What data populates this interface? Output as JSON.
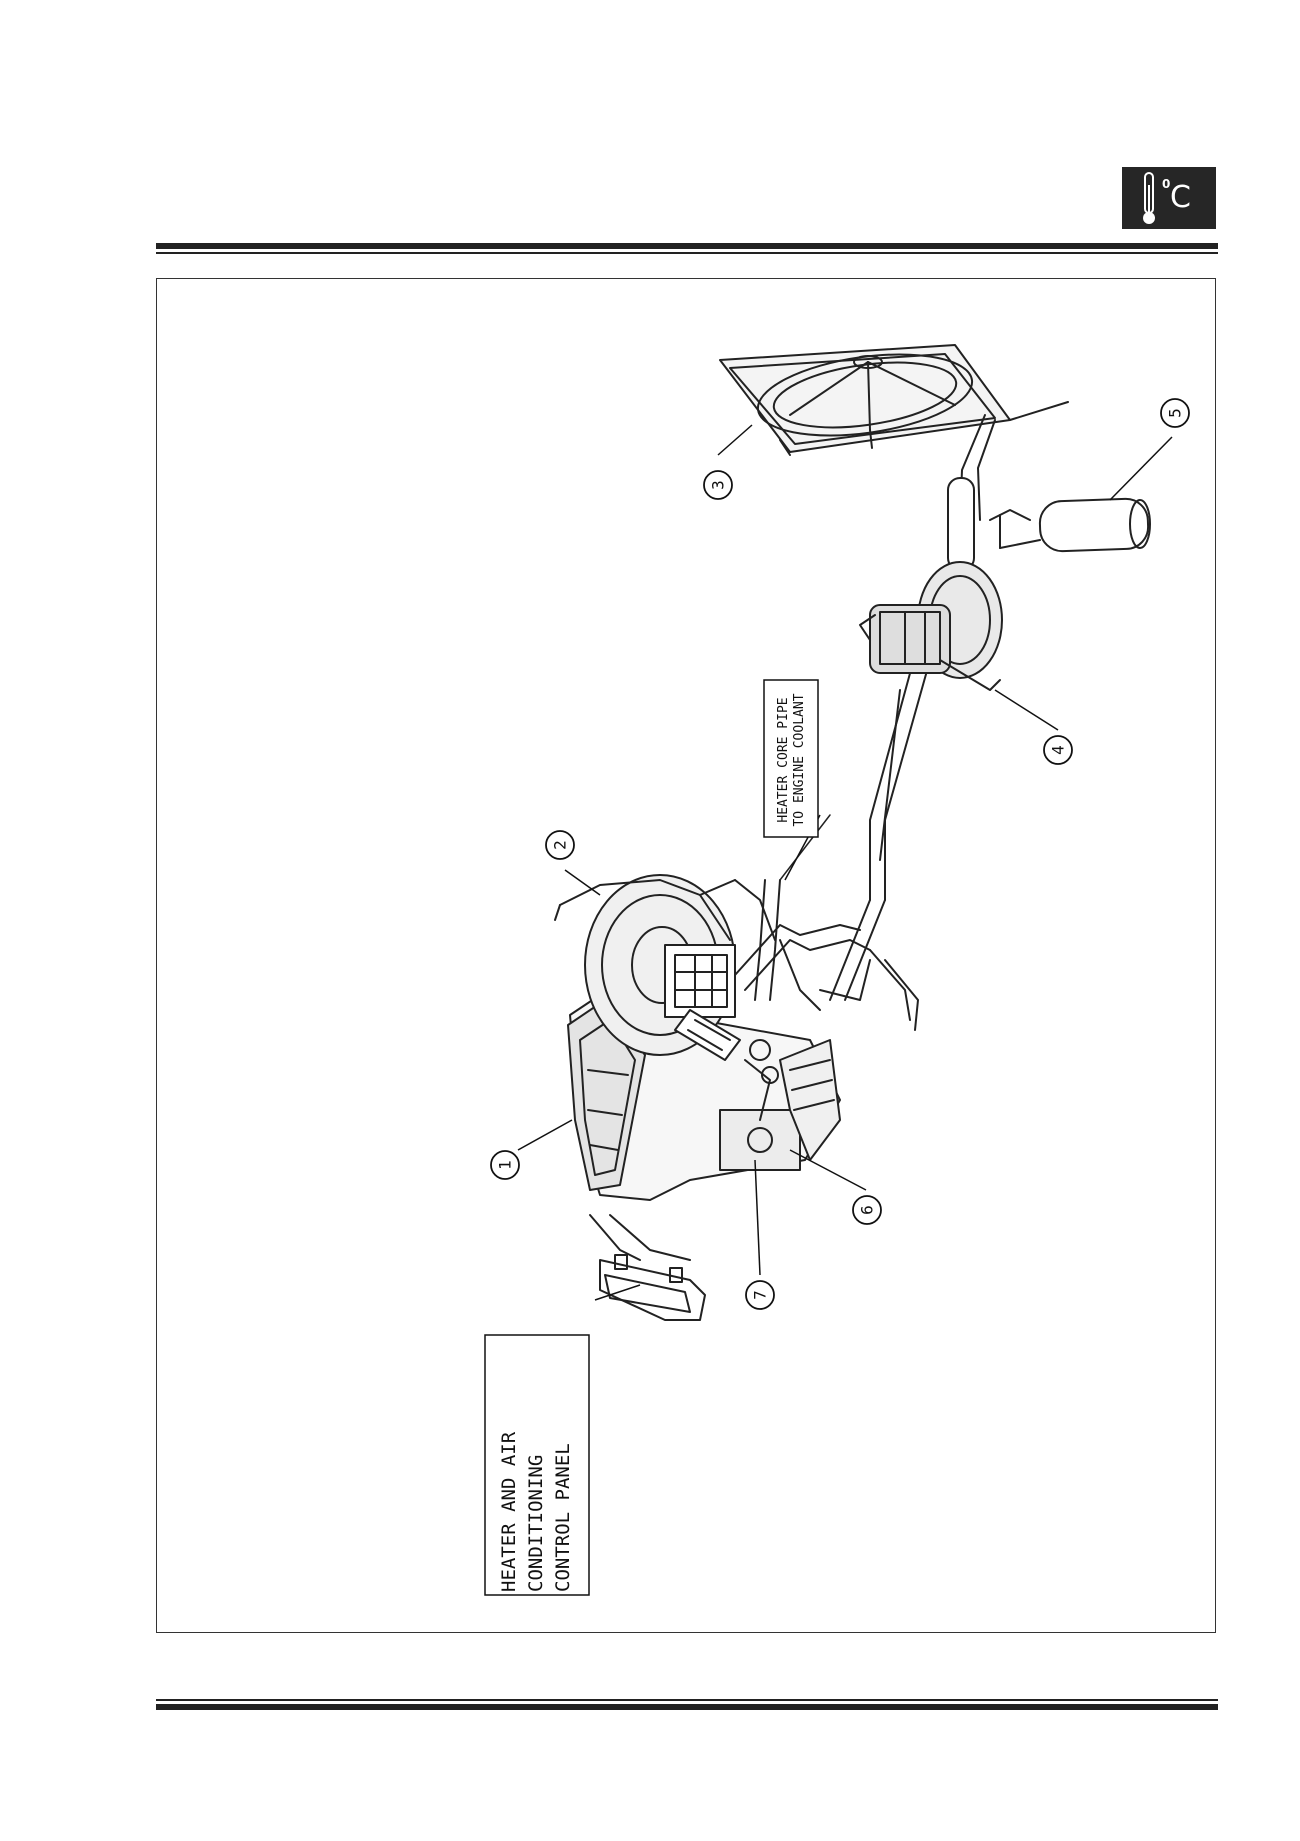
{
  "header": {
    "badge_degree": "0",
    "badge_unit": "C",
    "badge_icon": "thermometer-icon"
  },
  "diagram": {
    "callouts": [
      "1",
      "2",
      "3",
      "4",
      "5",
      "6",
      "7"
    ],
    "label_heater_core": [
      "HEATER CORE PIPE",
      "TO ENGINE COOLANT"
    ],
    "label_control_panel": [
      "HEATER AND AIR",
      "CONDITIONING",
      "CONTROL PANEL"
    ]
  }
}
